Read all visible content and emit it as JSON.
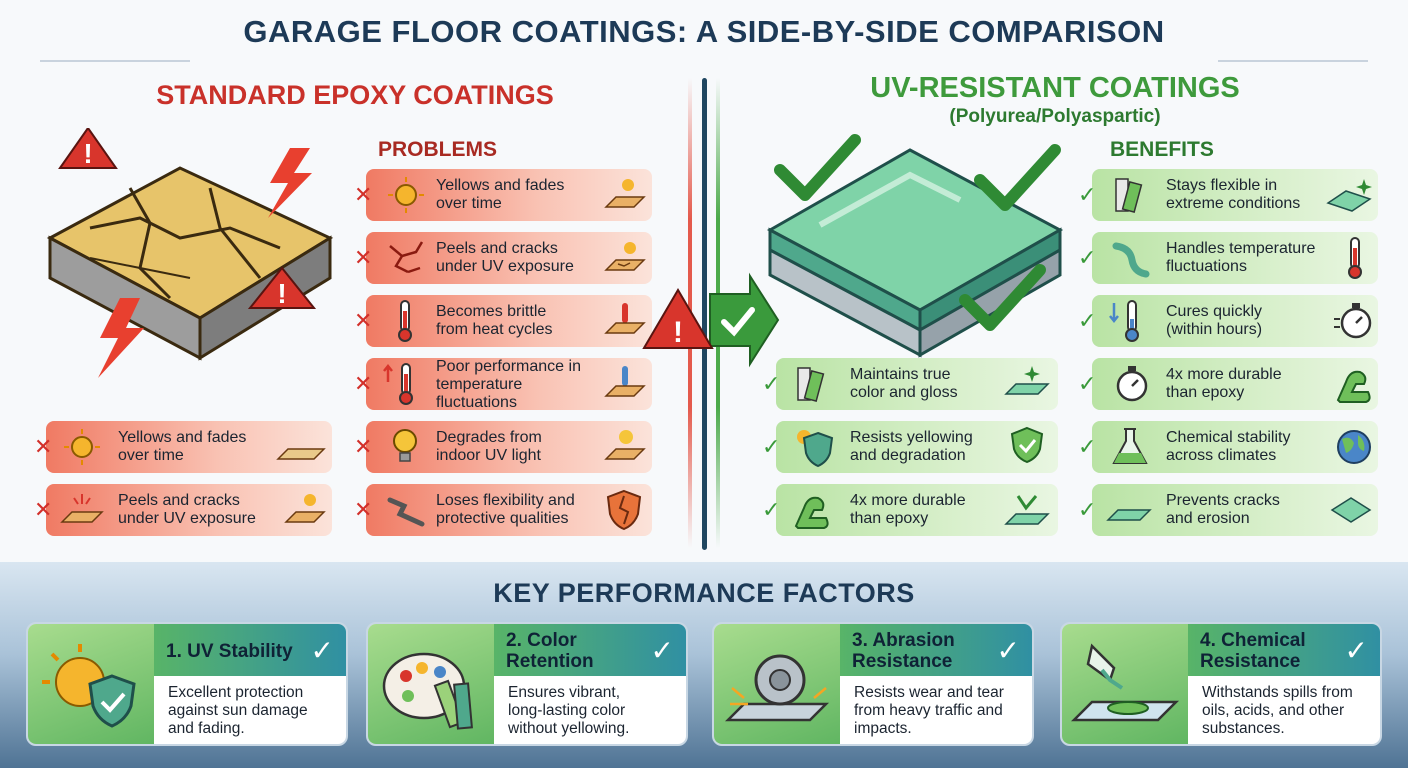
{
  "title": "GARAGE FLOOR COATINGS: A SIDE-BY-SIDE COMPARISON",
  "left": {
    "title": "STANDARD EPOXY COATINGS",
    "problems_header": "PROBLEMS",
    "problems": [
      {
        "text": "Yellows and fades\nover time"
      },
      {
        "text": "Peels and cracks\nunder UV exposure"
      },
      {
        "text": "Becomes brittle\nfrom heat cycles"
      },
      {
        "text": "Poor performance in\ntemperature\nfluctuations"
      },
      {
        "text": "Degrades from\nindoor UV light"
      },
      {
        "text": "Loses flexibility and\nprotective qualities"
      }
    ],
    "lower_problems": [
      {
        "text": "Yellows and fades\nover time"
      },
      {
        "text": "Peels and cracks\nunder UV exposure"
      }
    ]
  },
  "right": {
    "title": "UV-RESISTANT COATINGS",
    "subtitle": "(Polyurea/Polyaspartic)",
    "benefits_header": "BENEFITS",
    "benefits": [
      {
        "text": "Stays flexible in\nextreme conditions"
      },
      {
        "text": "Handles temperature\nfluctuations"
      },
      {
        "text": "Cures quickly\n(within hours)"
      },
      {
        "text": "4x more durable\nthan epoxy"
      },
      {
        "text": "Chemical stability\nacross climates"
      },
      {
        "text": "Prevents cracks\nand erosion"
      }
    ],
    "lower_benefits": [
      {
        "text": "Maintains true\ncolor and gloss"
      },
      {
        "text": "Resists yellowing\nand degradation"
      },
      {
        "text": "4x more durable\nthan epoxy"
      }
    ]
  },
  "key_factors": {
    "title": "KEY PERFORMANCE FACTORS",
    "items": [
      {
        "name": "1. UV Stability",
        "desc": "Excellent protection\nagainst sun damage\nand fading.",
        "icon": "sun-shield-icon"
      },
      {
        "name": "2. Color\nRetention",
        "desc": "Ensures vibrant,\nlong-lasting color\nwithout yellowing.",
        "icon": "palette-icon"
      },
      {
        "name": "3. Abrasion\nResistance",
        "desc": "Resists wear and tear\nfrom heavy traffic and\nimpacts.",
        "icon": "grinder-icon"
      },
      {
        "name": "4. Chemical\nResistance",
        "desc": "Withstands spills from\noils, acids, and other\nsubstances.",
        "icon": "flask-icon"
      }
    ]
  },
  "colors": {
    "navy": "#1d3a57",
    "bad_red": "#c9312a",
    "good_green": "#3e9a3c",
    "bad_card": "#f07a63",
    "good_card": "#b9e3a4"
  },
  "marks": {
    "bad": "✕",
    "good": "✓"
  }
}
